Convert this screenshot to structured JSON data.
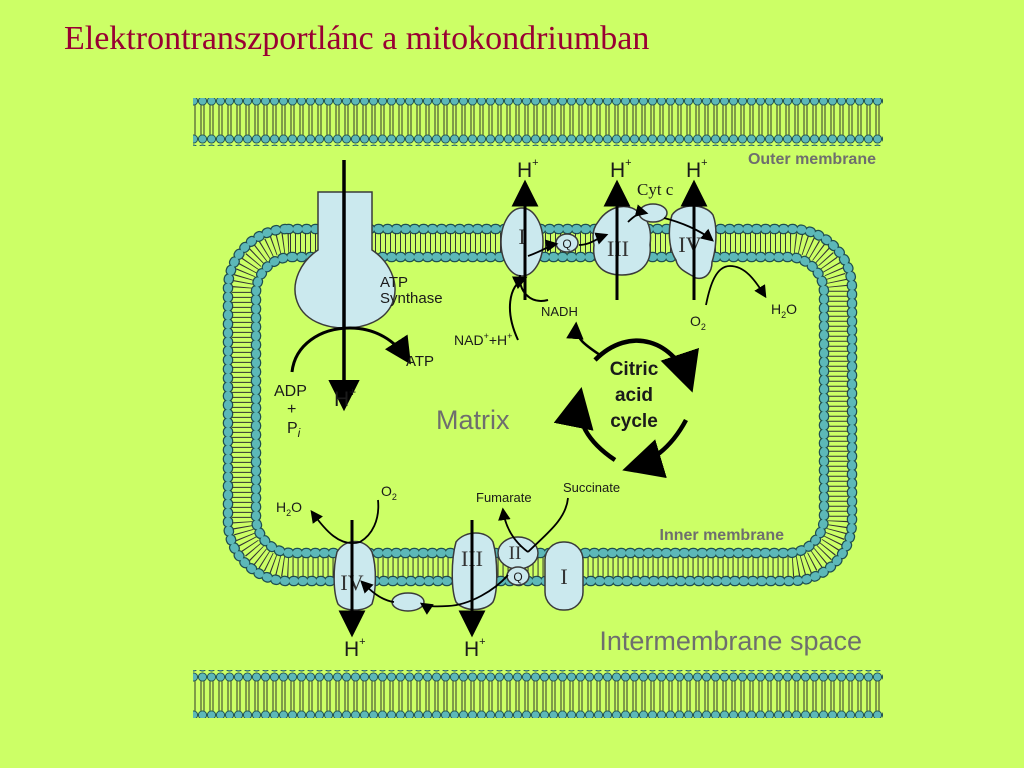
{
  "title": "Elektrontranszportlánc a mitokondriumban",
  "colors": {
    "background": "#ccff66",
    "title": "#990033",
    "protein": "#cbe9ee",
    "lipid_head": "#5cb8b8"
  },
  "labels": {
    "outer_membrane": "Outer membrane",
    "inner_membrane": "Inner membrane",
    "intermembrane_space": "Intermembrane space",
    "matrix": "Matrix",
    "atp_synthase_1": "ATP",
    "atp_synthase_2": "Synthase",
    "atp": "ATP",
    "adp": "ADP",
    "plus": "+",
    "pi": "P",
    "pi_sub": "i",
    "h": "H",
    "h_sup": "+",
    "nad": "NAD",
    "nad_suffix": "+H",
    "nadh": "NADH",
    "cyt_c": "Cyt c",
    "o2": "O",
    "o2_sub": "2",
    "h2o_h": "H",
    "h2o_sub": "2",
    "h2o_o": "O",
    "citric_1": "Citric",
    "citric_2": "acid",
    "citric_3": "cycle",
    "fumarate": "Fumarate",
    "succinate": "Succinate",
    "q": "Q",
    "complex_i": "I",
    "complex_ii": "II",
    "complex_iii": "III",
    "complex_iv": "IV"
  }
}
